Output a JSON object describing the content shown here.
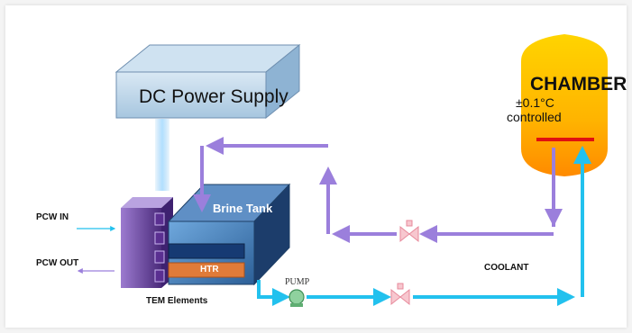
{
  "power_supply": {
    "label": "DC Power Supply"
  },
  "chamber": {
    "title": "CHAMBER",
    "spec": "±0.1°C",
    "spec2": "controlled"
  },
  "tank": {
    "label": "Brine Tank",
    "heater_label": "HTR"
  },
  "labels": {
    "pcw_in": "PCW IN",
    "pcw_out": "PCW OUT",
    "tem": "TEM Elements",
    "pump": "PUMP",
    "coolant": "COOLANT"
  },
  "colors": {
    "brine_loop": "#9b7fdc",
    "coolant_loop": "#22c1ee",
    "power_supply": "#b7d4ea",
    "tank": "#2b6aaa",
    "chamber": "#ffc000",
    "heater": "#e07b39",
    "tem": "#6b3f9e"
  }
}
